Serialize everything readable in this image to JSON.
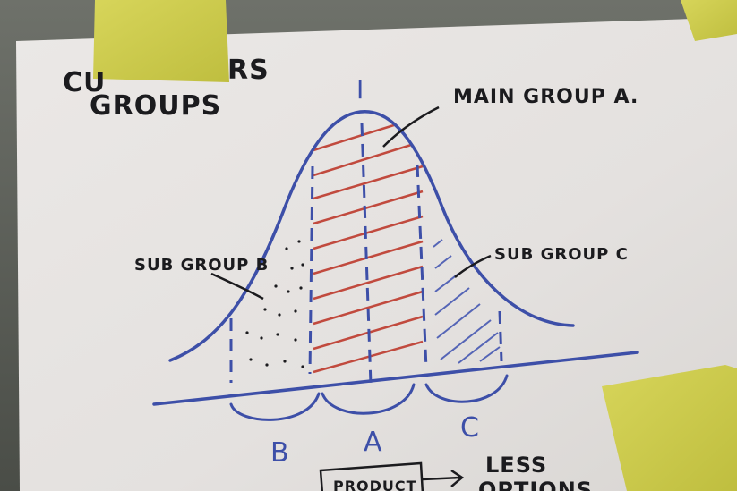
{
  "title_line1": "CU",
  "title_line1_tail": "RS",
  "title_line2": "GROUPS",
  "axis_mark": "I",
  "main_group_label": "MAIN GROUP A.",
  "sub_group_b_label": "SUB GROUP B",
  "sub_group_c_label": "SUB GROUP C",
  "bracket_labels": {
    "b": "B",
    "a": "A",
    "c": "C"
  },
  "product_box_label": "PRODUCT",
  "less_label": "LESS",
  "options_label": "OPTIONS",
  "colors": {
    "paper": "#e9e6e3",
    "marker_blue": "#3d4fa8",
    "marker_red": "#c14a3e",
    "marker_black": "#1b1b1e",
    "sticky_note": "#cfcf4f"
  }
}
